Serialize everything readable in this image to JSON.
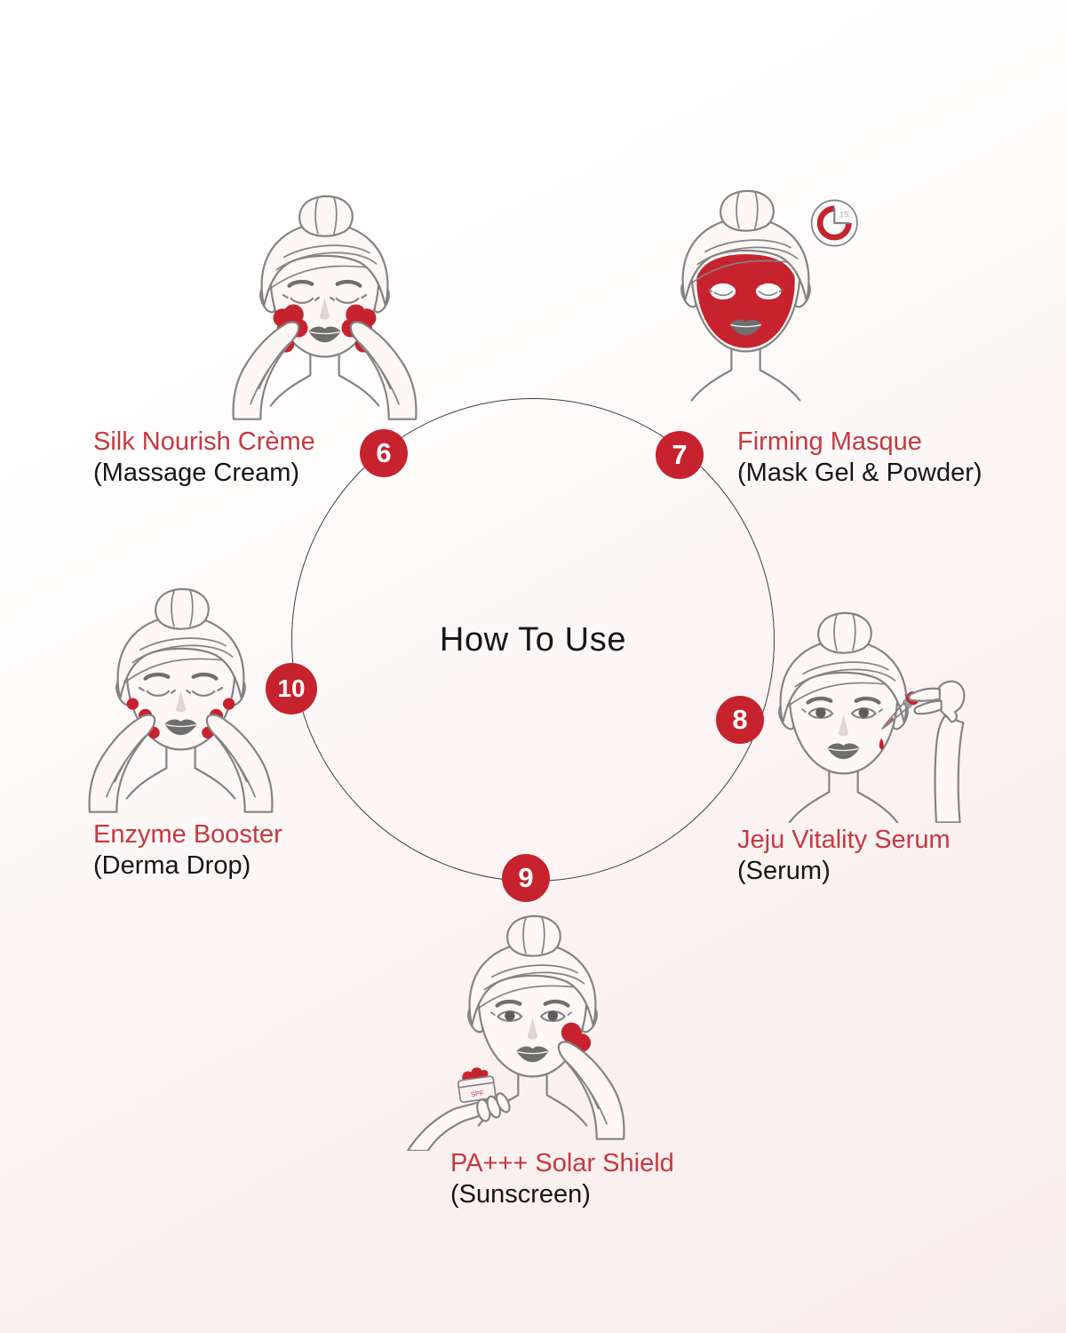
{
  "title": "How To Use",
  "colors": {
    "accent_red": "#C6232E",
    "text_red": "#C53940",
    "text_dark": "#161616",
    "line_gray": "#838383",
    "circle_line": "#3F3F3F",
    "bg_top": "#FFFFFF",
    "bg_bottom": "#F9EBEC"
  },
  "steps": [
    {
      "number": "6",
      "name": "Silk Nourish Crème",
      "type": "(Massage Cream)",
      "illustration": "massage-cream-face"
    },
    {
      "number": "7",
      "name": "Firming Masque",
      "type": "(Mask Gel & Powder)",
      "illustration": "red-mask-face",
      "timer_text": "15"
    },
    {
      "number": "8",
      "name": "Jeju Vitality Serum",
      "type": "(Serum)",
      "illustration": "serum-dropper-face"
    },
    {
      "number": "9",
      "name": "PA+++ Solar Shield",
      "type": "(Sunscreen)",
      "illustration": "sunscreen-jar-face",
      "jar_text": "SPF"
    },
    {
      "number": "10",
      "name": "Enzyme Booster",
      "type": "(Derma Drop)",
      "illustration": "derma-drop-face"
    }
  ]
}
